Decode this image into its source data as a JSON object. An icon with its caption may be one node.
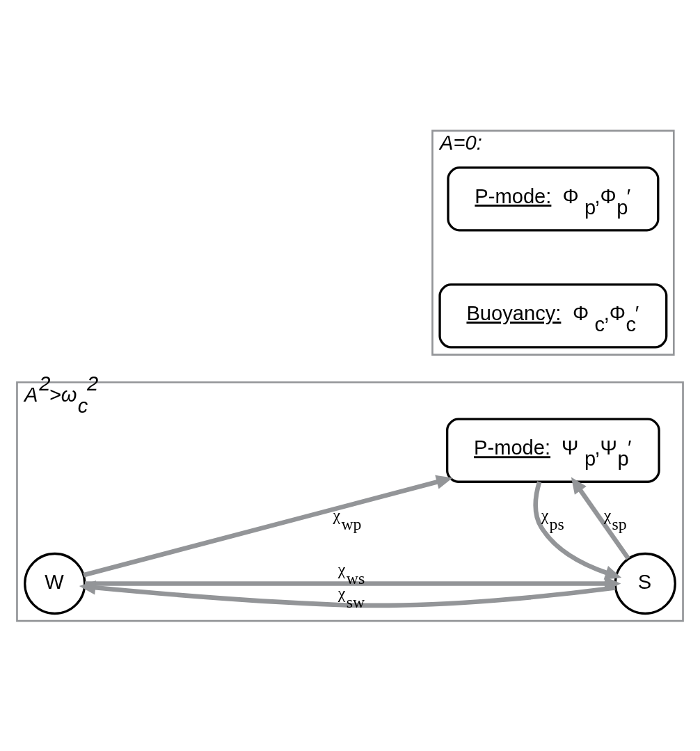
{
  "diagram": {
    "nodes": [
      {
        "text": [
          "A=0:"
        ]
      },
      {
        "text": [
          "P-mode:",
          "Φ$_{p}$,Φ$_{p}$′"
        ],
        "in": 0
      },
      {
        "text": [
          "Buoyancy:",
          "Φ$_{c}$,Φ$_{c}$′"
        ],
        "in": 0
      },
      {
        "text": [
          "A$^{2}$>ω$_{c}$$^{2}$"
        ]
      },
      {
        "text": [
          "P-mode:",
          "Ψ$_{p}$,Ψ$_{p}$′"
        ],
        "in": 3
      },
      {
        "text": [
          "W"
        ],
        "in": 3
      },
      {
        "text": [
          "S"
        ],
        "in": 3
      }
    ],
    "edges": [
      {
        "from": 5,
        "to": 4,
        "arrow": "to",
        "label": "χ$_{wp}$"
      },
      {
        "from": 4,
        "to": 6,
        "arrow": "to",
        "label": "χ$_{ps}$"
      },
      {
        "from": 6,
        "to": 4,
        "arrow": "to",
        "label": "χ$_{sp}$"
      },
      {
        "from": 5,
        "to": 6,
        "arrow": "to",
        "label": "χ$_{ws}$"
      },
      {
        "from": 6,
        "to": 5,
        "arrow": "to",
        "label": "χ$_{sw}$"
      }
    ]
  }
}
